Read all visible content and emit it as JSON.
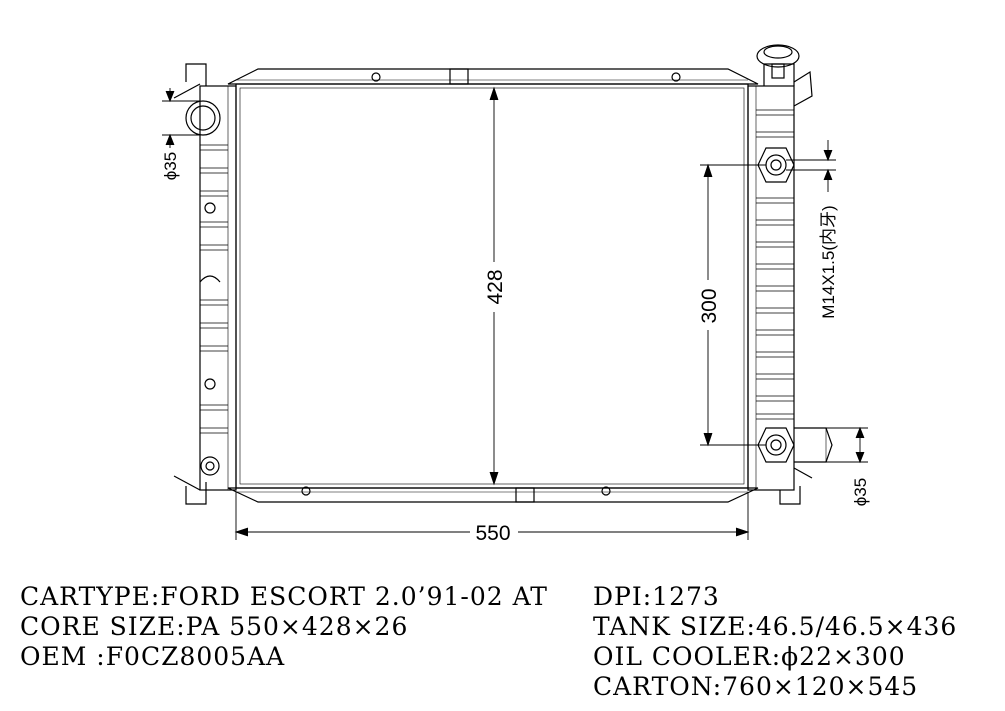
{
  "dimensions": {
    "core_width": "550",
    "core_height": "428",
    "oil_cooler_spacing": "300",
    "inlet_diameter": "ϕ35",
    "outlet_diameter": "ϕ35",
    "thread_label": "M14X1.5(内牙)"
  },
  "specs": {
    "left": [
      "CARTYPE:FORD ESCORT 2.0’91-02 AT",
      "CORE SIZE:PA 550×428×26",
      "OEM :F0CZ8005AA"
    ],
    "right": [
      "DPI:1273",
      "TANK SIZE:46.5/46.5×436",
      "OIL COOLER:ϕ22×300",
      "CARTON:760×120×545"
    ]
  }
}
